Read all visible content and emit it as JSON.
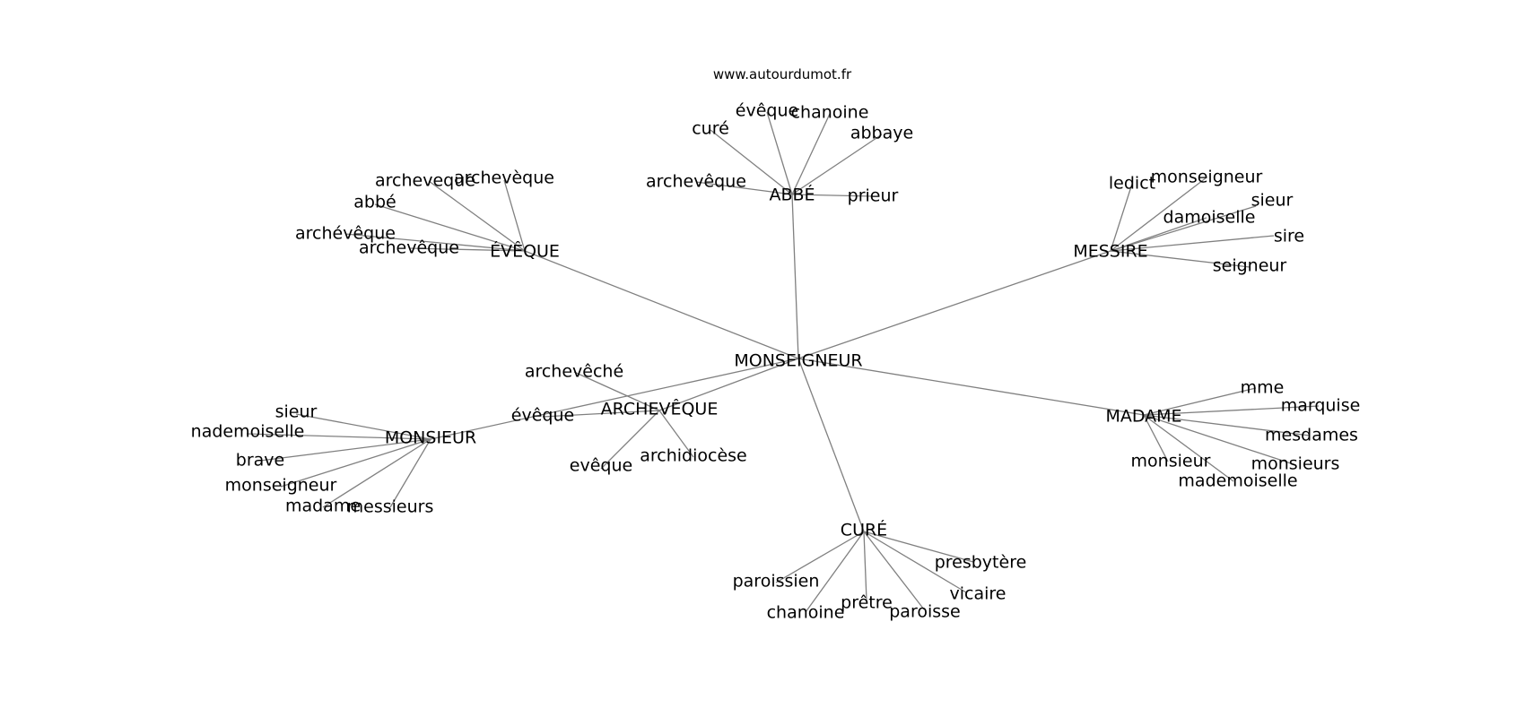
{
  "source_label": "www.autourdumot.fr",
  "colors": {
    "edge": "#808080",
    "text": "#000000",
    "background": "#ffffff"
  },
  "graph": {
    "root": "MONSEIGNEUR",
    "hubs": [
      {
        "id": "abbe",
        "label": "ABBÉ",
        "children": [
          "évêque",
          "chanoine",
          "curé",
          "abbaye",
          "archevêque",
          "prieur"
        ]
      },
      {
        "id": "eveque",
        "label": "ÉVÊQUE",
        "children": [
          "archevèque",
          "archeveque",
          "abbé",
          "archévêque",
          "archevêque"
        ]
      },
      {
        "id": "messire",
        "label": "MESSIRE",
        "children": [
          "monseigneur",
          "ledict",
          "sieur",
          "damoiselle",
          "sire",
          "seigneur"
        ]
      },
      {
        "id": "monsieur",
        "label": "MONSIEUR",
        "children": [
          "sieur",
          "nademoiselle",
          "brave",
          "monseigneur",
          "madame",
          "messieurs"
        ]
      },
      {
        "id": "archeveque",
        "label": "ARCHEVÊQUE",
        "children": [
          "archevêché",
          "évêque",
          "evêque",
          "archidiocèse"
        ]
      },
      {
        "id": "madame",
        "label": "MADAME",
        "children": [
          "mme",
          "marquise",
          "mesdames",
          "monsieurs",
          "monsieur",
          "mademoiselle"
        ]
      },
      {
        "id": "cure",
        "label": "CURÉ",
        "children": [
          "presbytère",
          "paroissien",
          "vicaire",
          "prêtre",
          "paroisse",
          "chanoine"
        ]
      }
    ]
  }
}
